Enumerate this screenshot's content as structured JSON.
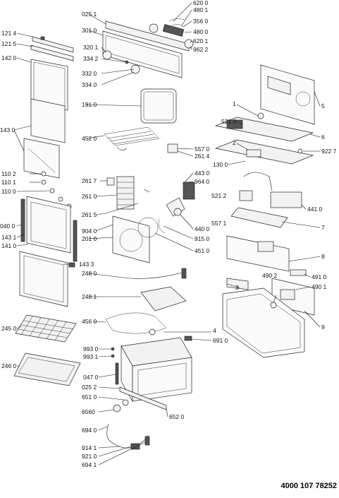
{
  "document_number": "4000 107 78252",
  "left_labels": [
    "121 4",
    "121 5",
    "142 0",
    "143 0",
    "110 2",
    "110 1",
    "110 0",
    "040 0",
    "143 1",
    "141 0",
    "143 3",
    "245 0",
    "246 0"
  ],
  "mid_left_labels": [
    "025 1",
    "301 0",
    "320 1",
    "334 2",
    "332 0",
    "334 0",
    "191 0",
    "452 0",
    "261 7",
    "261 0",
    "261 5",
    "201 0",
    "248 0",
    "248 1",
    "456 0",
    "993 0",
    "993 1",
    "047 0",
    "025 2",
    "651 0",
    "6560",
    "694 0",
    "914 1",
    "921 0",
    "694 1"
  ],
  "mid_right_labels": [
    "620 0",
    "480 1",
    "356 0",
    "480 0",
    "620 1",
    "962 2",
    "557 0",
    "261 4",
    "443 0",
    "964 0",
    "521 2",
    "557 1",
    "440 0",
    "904 0",
    "915 0",
    "451 0",
    "691 0",
    "652 0",
    "4"
  ],
  "right_labels": [
    "1",
    "521 0",
    "2",
    "130 0",
    "3",
    "441 0",
    "491 0",
    "490 2",
    "490 1",
    "5",
    "6",
    "922 7",
    "7",
    "8",
    "9"
  ]
}
